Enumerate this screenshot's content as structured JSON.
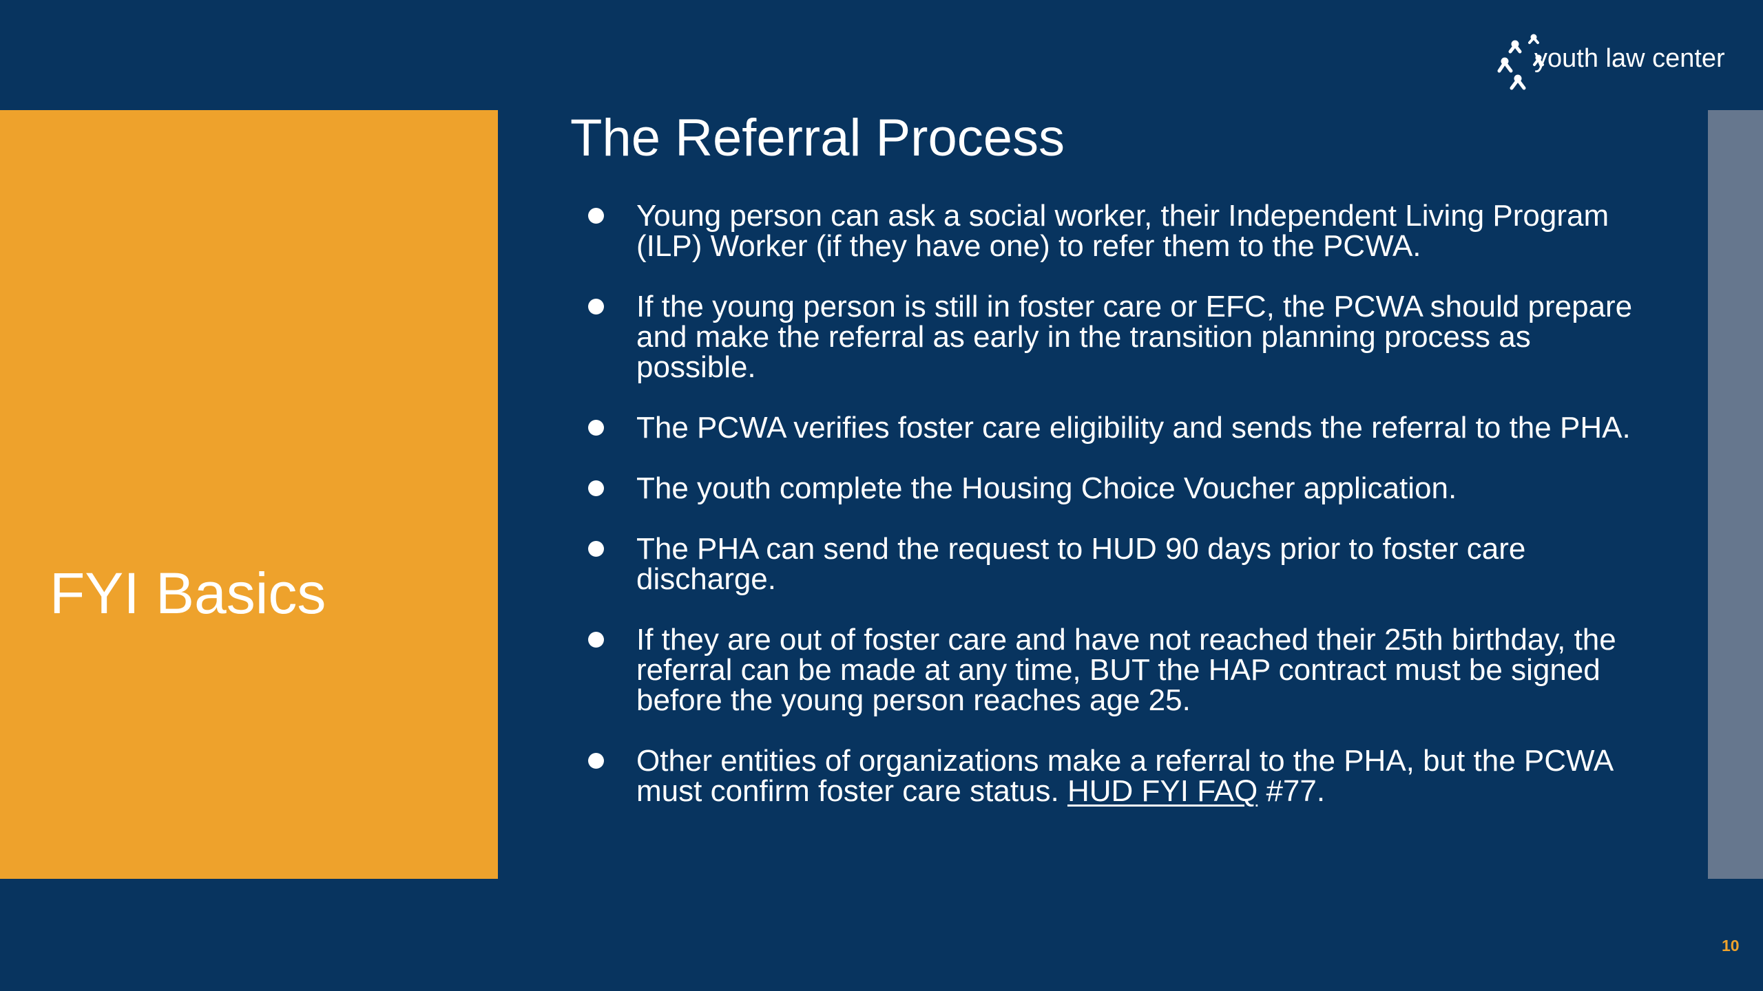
{
  "logo": {
    "text": "youth law center"
  },
  "sidebar": {
    "title": "FYI Basics"
  },
  "slide": {
    "title": "The Referral Process",
    "bullets": [
      "Young person can ask a social worker,  their Independent Living Program (ILP) Worker (if they have one) to refer them to the PCWA.",
      "If the young person is still in foster care or EFC, the PCWA should prepare and make the referral as early in the transition planning process as possible.",
      "The PCWA verifies foster care eligibility and sends the referral to the PHA.",
      "The youth complete the Housing Choice Voucher application.",
      "The PHA can send the request to HUD 90 days prior to foster care discharge.",
      "If they are out of foster care and have not reached their 25th birthday, the referral can be made at any time, BUT the HAP contract must be signed before the young person reaches age 25."
    ],
    "last_bullet": {
      "text_before": "Other entities of organizations make a referral to the PHA, but the PCWA must confirm foster care status. ",
      "link_text": "HUD FYI FAQ",
      "text_after": " #77."
    }
  },
  "page_number": "10",
  "colors": {
    "background": "#08345f",
    "accent": "#eea22c",
    "stripe": "#66778e",
    "text": "#ffffff"
  }
}
